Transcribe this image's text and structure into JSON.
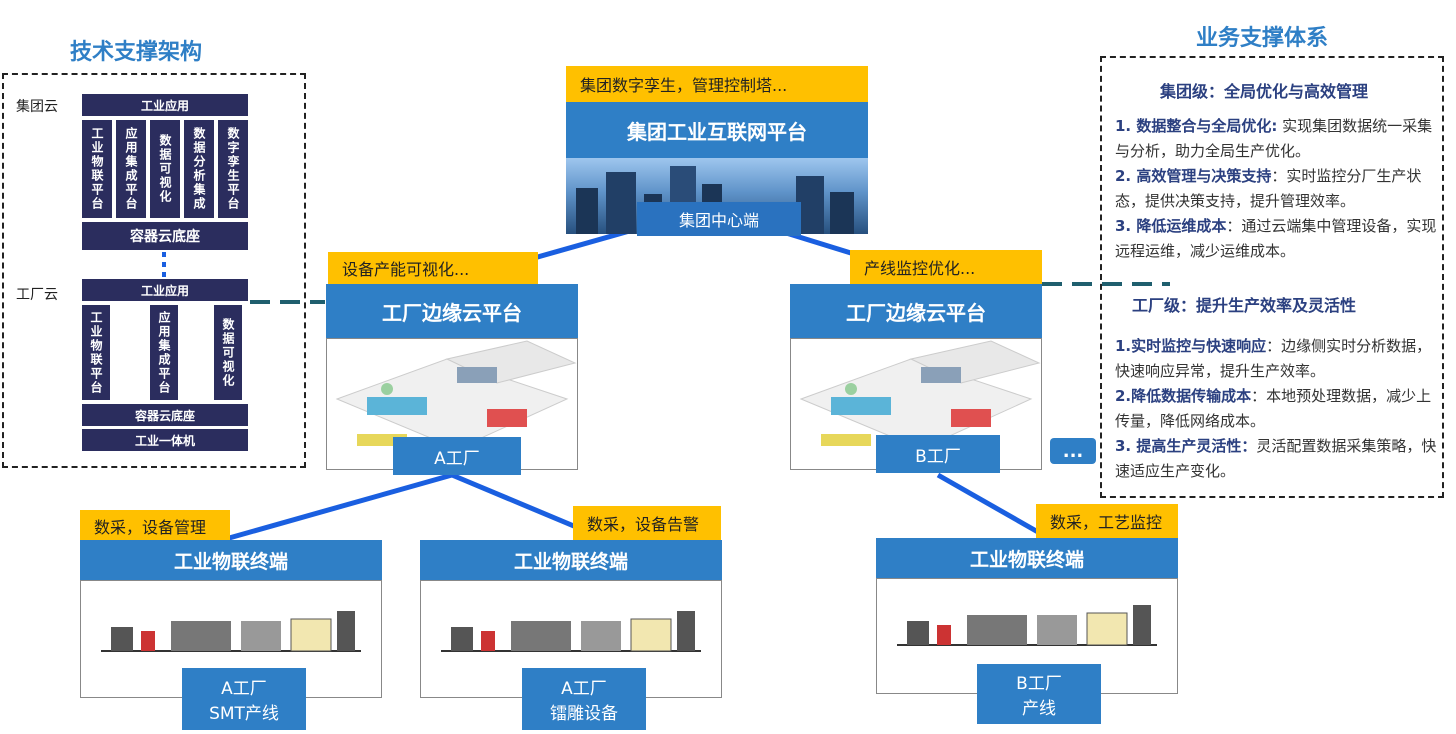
{
  "left": {
    "title": "技术支撑架构",
    "group_cloud_label": "集团云",
    "factory_cloud_label": "工厂云",
    "group": {
      "top": "工业应用",
      "cols": [
        "工业物联平台",
        "应用集成平台",
        "数据可视化",
        "数据分析集成",
        "数字孪生平台"
      ],
      "base": "容器云底座"
    },
    "factory": {
      "top": "工业应用",
      "cols": [
        "工业物联平台",
        "应用集成平台",
        "数据可视化"
      ],
      "base": "容器云底座",
      "machine": "工业一体机"
    }
  },
  "center": {
    "group_tag": "集团数字孪生，管理控制塔...",
    "group_platform": "集团工业互联网平台",
    "group_center": "集团中心端"
  },
  "factory_a": {
    "tag": "设备产能可视化...",
    "platform": "工厂边缘云平台",
    "label": "A工厂"
  },
  "factory_b": {
    "tag": "产线监控优化...",
    "platform": "工厂边缘云平台",
    "label": "B工厂"
  },
  "more_button": "...",
  "terminals": [
    {
      "tag": "数采，设备管理",
      "title": "工业物联终端",
      "label_line1": "A工厂",
      "label_line2": "SMT产线"
    },
    {
      "tag": "数采，设备告警",
      "title": "工业物联终端",
      "label_line1": "A工厂",
      "label_line2": "镭雕设备"
    },
    {
      "tag": "数采，工艺监控",
      "title": "工业物联终端",
      "label_line1": "B工厂",
      "label_line2": "产线"
    }
  ],
  "right": {
    "title": "业务支撑体系",
    "group_heading": "集团级：全局优化与高效管理",
    "group_items": [
      {
        "bold": "1. 数据整合与全局优化:",
        "text": " 实现集团数据统一采集与分析，助力全局生产优化。"
      },
      {
        "bold": "2. 高效管理与决策支持",
        "text": "：实时监控分厂生产状态，提供决策支持，提升管理效率。"
      },
      {
        "bold": "3. 降低运维成本",
        "text": "：通过云端集中管理设备，实现远程运维，减少运维成本。"
      }
    ],
    "factory_heading": "工厂级：提升生产效率及灵活性",
    "factory_items": [
      {
        "bold": "1.实时监控与快速响应",
        "text": "：边缘侧实时分析数据，快速响应异常，提升生产效率。"
      },
      {
        "bold": "2.降低数据传输成本",
        "text": "：本地预处理数据，减少上传量，降低网络成本。"
      },
      {
        "bold": "3. 提高生产灵活性：",
        "text": "灵活配置数据采集策略，快速适应生产变化。"
      }
    ]
  },
  "colors": {
    "blue": "#2f7fc6",
    "navy": "#2b2d5e",
    "yellow": "#ffc000",
    "link": "#1a5fe0",
    "teal_dash": "#1f5f6e"
  }
}
